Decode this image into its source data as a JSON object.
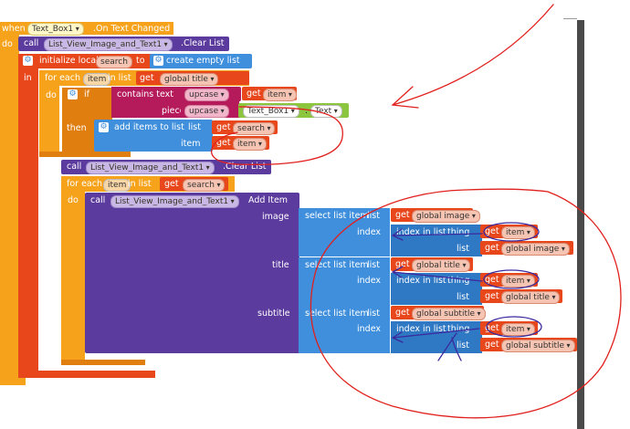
{
  "event": {
    "when": "when",
    "component": "Text_Box1",
    "event_name": ".On Text Changed",
    "do": "do"
  },
  "clear1": {
    "call": "call",
    "component": "List_View_Image_and_Text1",
    "method": ".Clear List"
  },
  "init_local": {
    "label": "initialize local",
    "var": "search",
    "to": "to",
    "create": "create empty list",
    "in": "in"
  },
  "foreach1": {
    "for_each": "for each",
    "item": "item",
    "in_list": "in list",
    "get": "get",
    "global": "global title",
    "do": "do"
  },
  "if_block": {
    "if": "if",
    "contains": "contains text",
    "upcase1": "upcase",
    "get": "get",
    "item": "item",
    "piece": "piece",
    "upcase2": "upcase",
    "textbox": "Text_Box1",
    "text": "Text",
    "then": "then"
  },
  "add_items": {
    "label": "add items to list",
    "list": "list",
    "get": "get",
    "search": "search",
    "item_label": "item",
    "item": "item"
  },
  "clear2": {
    "call": "call",
    "component": "List_View_Image_and_Text1",
    "method": ".Clear List"
  },
  "foreach2": {
    "for_each": "for each",
    "item": "item",
    "in_list": "in list",
    "get": "get",
    "var": "search",
    "do": "do"
  },
  "add_item_call": {
    "call": "call",
    "component": "List_View_Image_and_Text1",
    "method": "Add Item"
  },
  "params": [
    {
      "param": "image",
      "select": "select list item",
      "list": "list",
      "get": "get",
      "global": "global image",
      "index": "index",
      "index_in": "index in list",
      "thing": "thing",
      "item": "item",
      "list2": "list",
      "global2": "global image"
    },
    {
      "param": "title",
      "select": "select list item",
      "list": "list",
      "get": "get",
      "global": "global title",
      "index": "index",
      "index_in": "index in list",
      "thing": "thing",
      "item": "item",
      "list2": "list",
      "global2": "global title"
    },
    {
      "param": "subtitle",
      "select": "select list item",
      "list": "list",
      "get": "get",
      "global": "global subtitle",
      "index": "index",
      "index_in": "index in list",
      "thing": "thing",
      "item": "item",
      "list2": "list",
      "global2": "global subtitle"
    }
  ],
  "colors": {
    "event": "#f7a21b",
    "procedure": "#5c3b9e",
    "list": "#3f8fdd",
    "variable": "#e8471c",
    "text": "#b51a5a",
    "component": "#8cc63f",
    "annotation": "#e0201c",
    "annotation2": "#3b2a9e"
  }
}
